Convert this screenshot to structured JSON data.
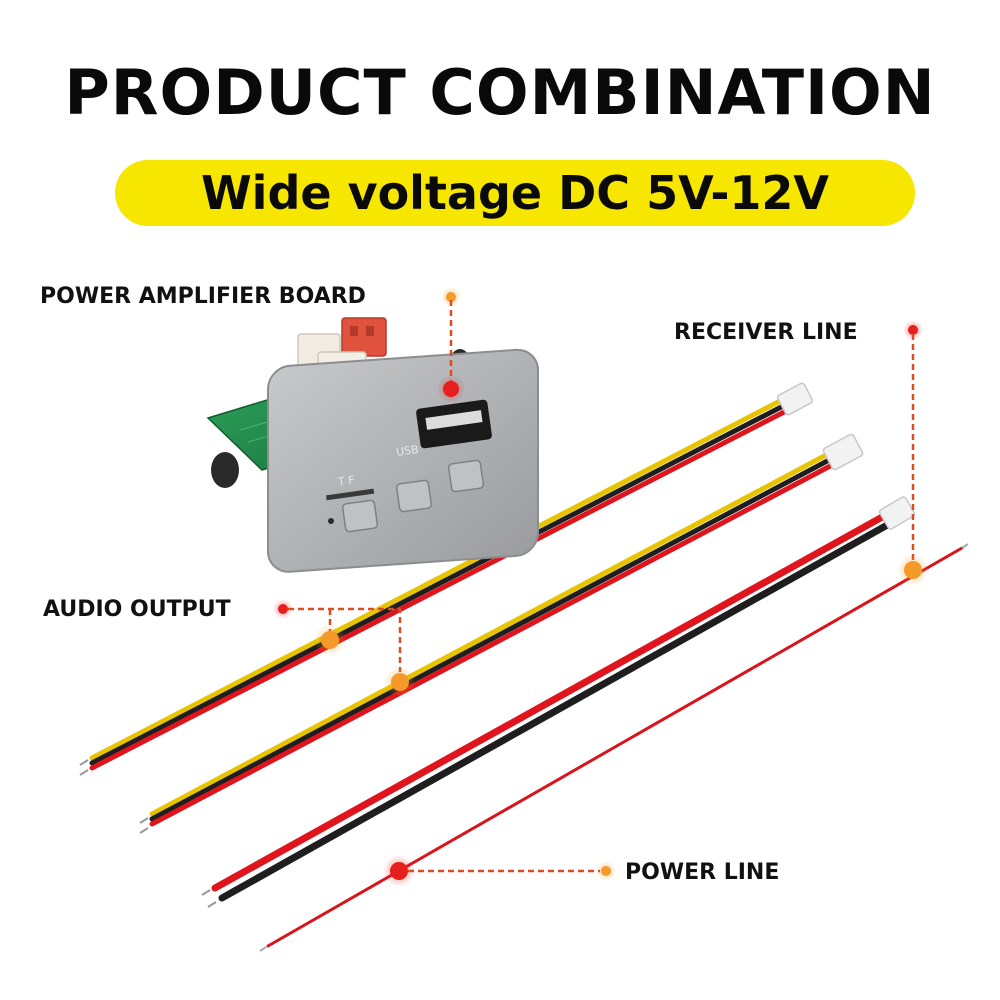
{
  "header": {
    "title": "PRODUCT COMBINATION",
    "subtitle": "Wide voltage DC 5V-12V"
  },
  "callouts": {
    "board": "POWER AMPLIFIER BOARD",
    "receiver": "RECEIVER LINE",
    "audio": "AUDIO OUTPUT",
    "power": "POWER LINE"
  },
  "board_marks": {
    "usb": "USB",
    "tf": "T F"
  },
  "colors": {
    "accent_yellow": "#f6e600",
    "wire_red": "#e0141c",
    "wire_yellow": "#e8c400",
    "wire_black": "#1e1e1e",
    "callout_orange": "#f39a2a",
    "callout_red": "#e61e1e",
    "panel_gray": "#a9abad",
    "pcb_green": "#1f8a4a"
  }
}
